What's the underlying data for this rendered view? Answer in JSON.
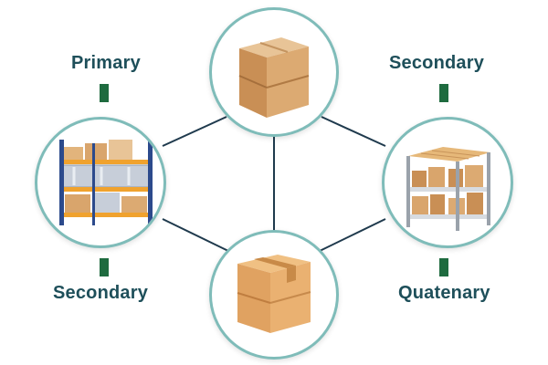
{
  "labels": {
    "top_left": "Primary",
    "top_right": "Secondary",
    "bottom_left": "Secondary",
    "bottom_right": "Quatenary"
  },
  "nodes": {
    "top": "cardboard-box-icon",
    "left": "pallet-rack-icon",
    "right": "shelving-unit-icon",
    "bottom": "taped-box-icon"
  },
  "colors": {
    "ring": "#7fbcb9",
    "line": "#1f3a4d",
    "label": "#1e4f5a",
    "tick": "#1e6b3f",
    "cardboard": "#d9a56c"
  }
}
